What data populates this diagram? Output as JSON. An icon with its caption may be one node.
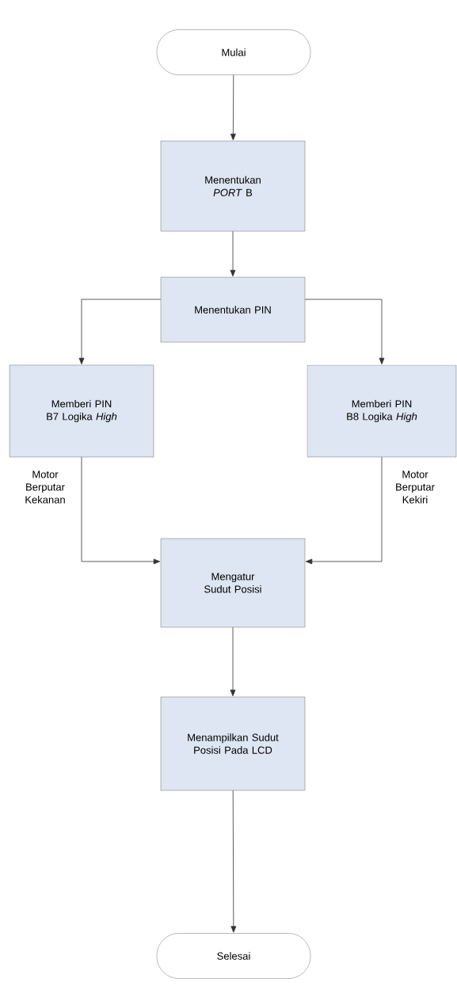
{
  "diagram": {
    "nodes": [
      {
        "text": [
          "Mulai"
        ]
      },
      {
        "text": [
          "Menentukan *PORT* B"
        ]
      },
      {
        "text": [
          "Menentukan PIN"
        ]
      },
      {
        "text": [
          "Memberi PIN B7 Logika *High*"
        ]
      },
      {
        "text": [
          "Memberi PIN B8 Logika *High*"
        ]
      },
      {
        "text": [
          "Mengatur Sudut Posisi"
        ]
      },
      {
        "text": [
          "Menampilkan Sudut Posisi Pada LCD"
        ]
      },
      {
        "text": [
          "Selesai"
        ]
      }
    ],
    "edges": [
      {
        "from": 0,
        "to": 1,
        "arrow": "to"
      },
      {
        "from": 1,
        "to": 2,
        "arrow": "to"
      },
      {
        "from": 2,
        "to": 3,
        "arrow": "to"
      },
      {
        "from": 2,
        "to": 4,
        "arrow": "to"
      },
      {
        "from": 3,
        "to": 5,
        "arrow": "to",
        "label": "Motor Berputar Kekanan"
      },
      {
        "from": 4,
        "to": 5,
        "arrow": "to",
        "label": "Motor Berputar Kekiri"
      },
      {
        "from": 5,
        "to": 6,
        "arrow": "to"
      },
      {
        "from": 6,
        "to": 7,
        "arrow": "to"
      }
    ]
  }
}
